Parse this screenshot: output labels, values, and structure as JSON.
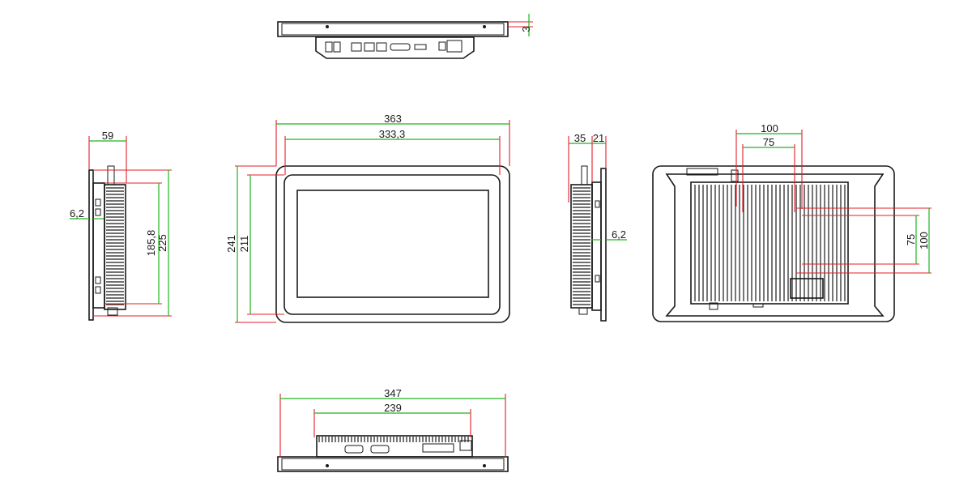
{
  "dimensions": {
    "top_view_height": "3",
    "side_depth_total": "59",
    "side_bezel_thickness": "6,2",
    "side_inner_height": "185,8",
    "side_outer_height": "225",
    "front_width": "363",
    "front_display_width": "333,3",
    "front_height": "241",
    "front_display_height": "211",
    "right_depth": "35",
    "right_frame_depth": "21",
    "right_bezel_thickness": "6,2",
    "vesa_100_width": "100",
    "vesa_75_width": "75",
    "vesa_75_height": "75",
    "vesa_100_height": "100",
    "bottom_width": "347",
    "bottom_chassis_width": "239"
  },
  "colors": {
    "dimension_line": "#1fb51f",
    "extension_line": "#e0202a",
    "outline": "#1a1a1a"
  }
}
